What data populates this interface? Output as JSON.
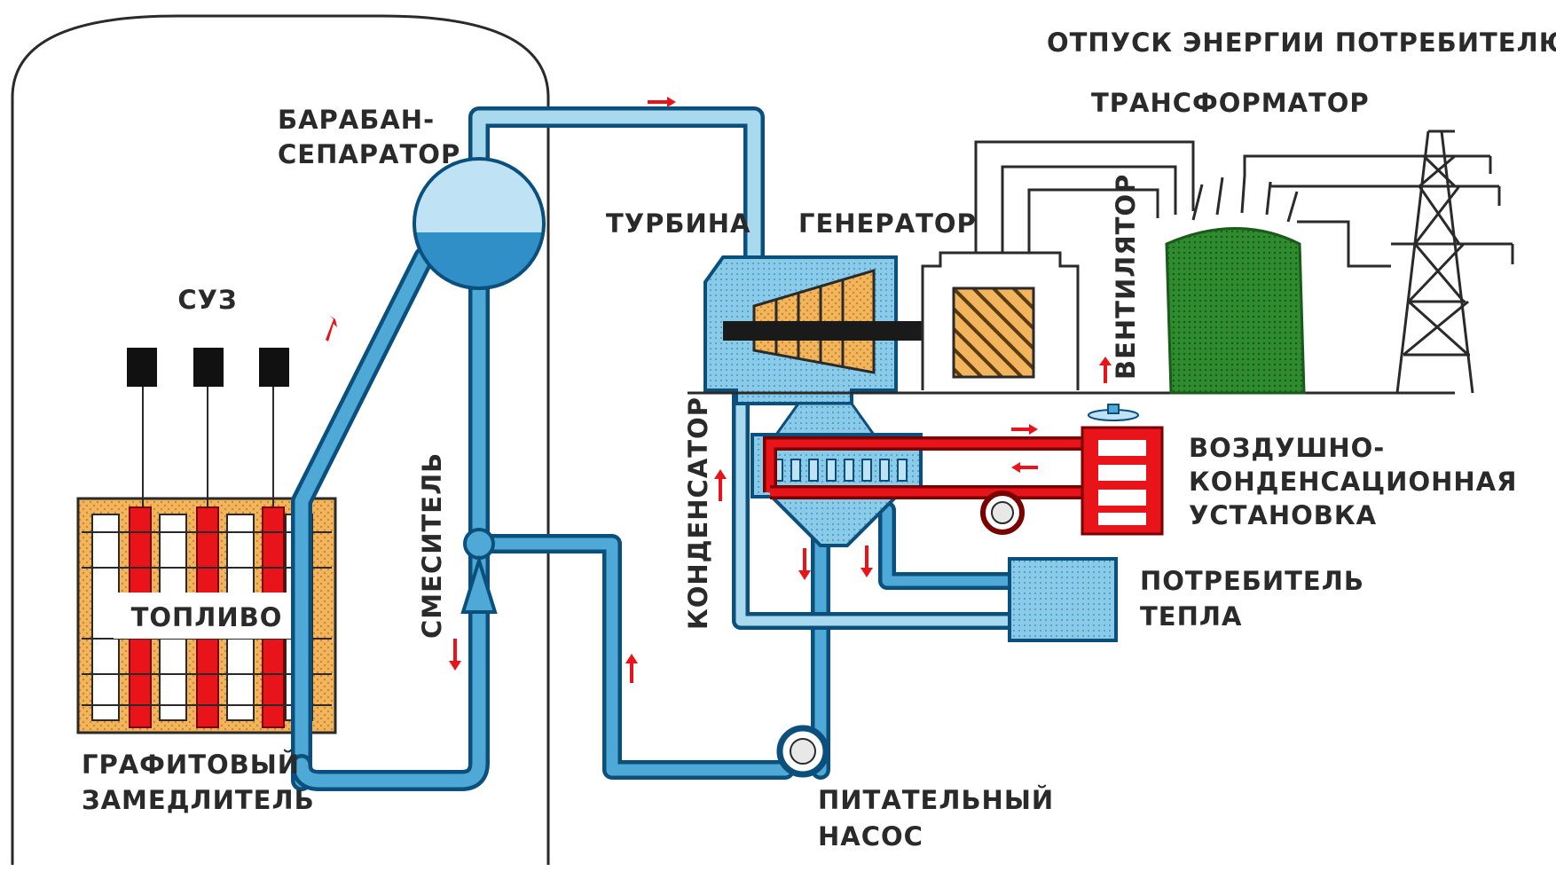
{
  "labels": {
    "energy_release": "ОТПУСК ЭНЕРГИИ ПОТРЕБИТЕЛЮ",
    "transformer": "ТРАНСФОРМАТОР",
    "drum_separator_line1": "БАРАБАН-",
    "drum_separator_line2": "СЕПАРАТОР",
    "turbine": "ТУРБИНА",
    "generator": "ГЕНЕРАТОР",
    "fan": "ВЕНТИЛЯТОР",
    "control_rods": "СУЗ",
    "fuel": "ТОПЛИВО",
    "mixer": "СМЕСИТЕЛЬ",
    "condenser": "КОНДЕНСАТОР",
    "air_condensing_line1": "ВОЗДУШНО-",
    "air_condensing_line2": "КОНДЕНСАЦИОННАЯ",
    "air_condensing_line3": "УСТАНОВКА",
    "heat_consumer_line1": "ПОТРЕБИТЕЛЬ",
    "heat_consumer_line2": "ТЕПЛА",
    "graphite_line1": "ГРАФИТОВЫЙ",
    "graphite_line2": "ЗАМЕДЛИТЕЛЬ",
    "feed_pump_line1": "ПИТАТЕЛЬНЫЙ",
    "feed_pump_line2": "НАСОС"
  },
  "colors": {
    "water_light": "#4fa9d6",
    "water_dark": "#0b4f7d",
    "reactor_core": "#f2b45c",
    "fuel_rod": "#e8141a",
    "transformer": "#2e8b2e",
    "rod_drive": "#111111"
  }
}
